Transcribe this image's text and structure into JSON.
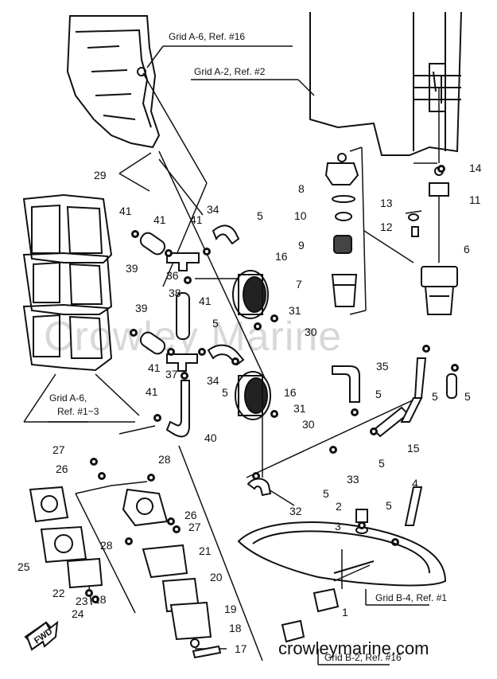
{
  "watermark": "Crowley Marine",
  "website": "crowleymarine.com",
  "fwd_label": "FWD",
  "grid_refs": [
    {
      "id": "g1",
      "text": "Grid A-6, Ref. #16"
    },
    {
      "id": "g2",
      "text": "Grid A-2, Ref. #2"
    },
    {
      "id": "g3a",
      "text": "Grid A-6,"
    },
    {
      "id": "g3b",
      "text": "Ref. #1~3"
    },
    {
      "id": "g4",
      "text": "Grid B-4, Ref. #1"
    },
    {
      "id": "g5",
      "text": "Grid B-2, Ref. #16"
    }
  ],
  "callouts": [
    {
      "id": "c29",
      "text": "29"
    },
    {
      "id": "c41a",
      "text": "41"
    },
    {
      "id": "c41b",
      "text": "41"
    },
    {
      "id": "c41c",
      "text": "41"
    },
    {
      "id": "c34a",
      "text": "34"
    },
    {
      "id": "c5a",
      "text": "5"
    },
    {
      "id": "c39a",
      "text": "39"
    },
    {
      "id": "c36",
      "text": "36"
    },
    {
      "id": "c16a",
      "text": "16"
    },
    {
      "id": "c38",
      "text": "38"
    },
    {
      "id": "c41d",
      "text": "41"
    },
    {
      "id": "c39b",
      "text": "39"
    },
    {
      "id": "c5b",
      "text": "5"
    },
    {
      "id": "c31a",
      "text": "31"
    },
    {
      "id": "c30a",
      "text": "30"
    },
    {
      "id": "c41e",
      "text": "41"
    },
    {
      "id": "c37",
      "text": "37"
    },
    {
      "id": "c34b",
      "text": "34"
    },
    {
      "id": "c5c",
      "text": "5"
    },
    {
      "id": "c16b",
      "text": "16"
    },
    {
      "id": "c35",
      "text": "35"
    },
    {
      "id": "c41f",
      "text": "41"
    },
    {
      "id": "c31b",
      "text": "31"
    },
    {
      "id": "c30b",
      "text": "30"
    },
    {
      "id": "c40",
      "text": "40"
    },
    {
      "id": "c8",
      "text": "8"
    },
    {
      "id": "c10",
      "text": "10"
    },
    {
      "id": "c9",
      "text": "9"
    },
    {
      "id": "c7",
      "text": "7"
    },
    {
      "id": "c14",
      "text": "14"
    },
    {
      "id": "c13",
      "text": "13"
    },
    {
      "id": "c11",
      "text": "11"
    },
    {
      "id": "c12",
      "text": "12"
    },
    {
      "id": "c6",
      "text": "6"
    },
    {
      "id": "c5d",
      "text": "5"
    },
    {
      "id": "c5e",
      "text": "5"
    },
    {
      "id": "c5f",
      "text": "5"
    },
    {
      "id": "c15",
      "text": "15"
    },
    {
      "id": "c33",
      "text": "33"
    },
    {
      "id": "c5g",
      "text": "5"
    },
    {
      "id": "c5h",
      "text": "5"
    },
    {
      "id": "c4",
      "text": "4"
    },
    {
      "id": "c5i",
      "text": "5"
    },
    {
      "id": "c32",
      "text": "32"
    },
    {
      "id": "c2",
      "text": "2"
    },
    {
      "id": "c3",
      "text": "3"
    },
    {
      "id": "c1",
      "text": "1"
    },
    {
      "id": "c27a",
      "text": "27"
    },
    {
      "id": "c26a",
      "text": "26"
    },
    {
      "id": "c28a",
      "text": "28"
    },
    {
      "id": "c26b",
      "text": "26"
    },
    {
      "id": "c27b",
      "text": "27"
    },
    {
      "id": "c28b",
      "text": "28"
    },
    {
      "id": "c21",
      "text": "21"
    },
    {
      "id": "c25",
      "text": "25"
    },
    {
      "id": "c20",
      "text": "20"
    },
    {
      "id": "c22",
      "text": "22"
    },
    {
      "id": "c23",
      "text": "23"
    },
    {
      "id": "c18a",
      "text": "18"
    },
    {
      "id": "c24",
      "text": "24"
    },
    {
      "id": "c19",
      "text": "19"
    },
    {
      "id": "c18b",
      "text": "18"
    },
    {
      "id": "c17",
      "text": "17"
    }
  ]
}
